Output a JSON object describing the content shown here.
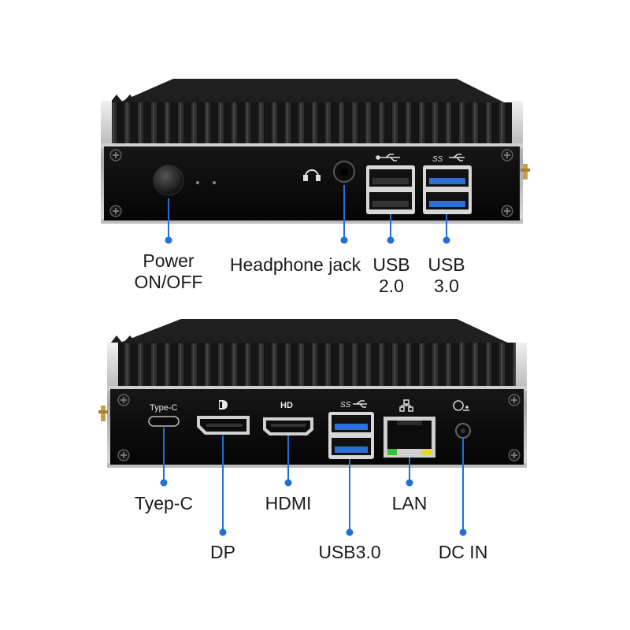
{
  "top_panel": {
    "labels": {
      "power_line1": "Power",
      "power_line2": "ON/OFF",
      "headphone": "Headphone jack",
      "usb2_line1": "USB",
      "usb2_line2": "2.0",
      "usb3_line1": "USB",
      "usb3_line2": "3.0"
    },
    "port_marks": {
      "usb_icon": "usb-symbol-icon",
      "ss_usb_text": "SS"
    }
  },
  "bottom_panel": {
    "labels": {
      "typec": "Tyep-C",
      "dp": "DP",
      "hdmi": "HDMI",
      "usb30": "USB3.0",
      "lan": "LAN",
      "dcin": "DC IN"
    },
    "port_marks": {
      "typec_text": "Type-C",
      "hd_text": "HD",
      "ss_usb_text": "SS",
      "dp_icon": "displayport-icon",
      "network_icon": "network-icon",
      "dc_icon": "dc-power-icon"
    }
  },
  "colors": {
    "callout_blue": "#1f6fd6",
    "chassis_black": "#111111",
    "usb3_blue": "#2b6fd8",
    "led_yellow": "#e8d23a",
    "led_green": "#3bbf3b"
  }
}
